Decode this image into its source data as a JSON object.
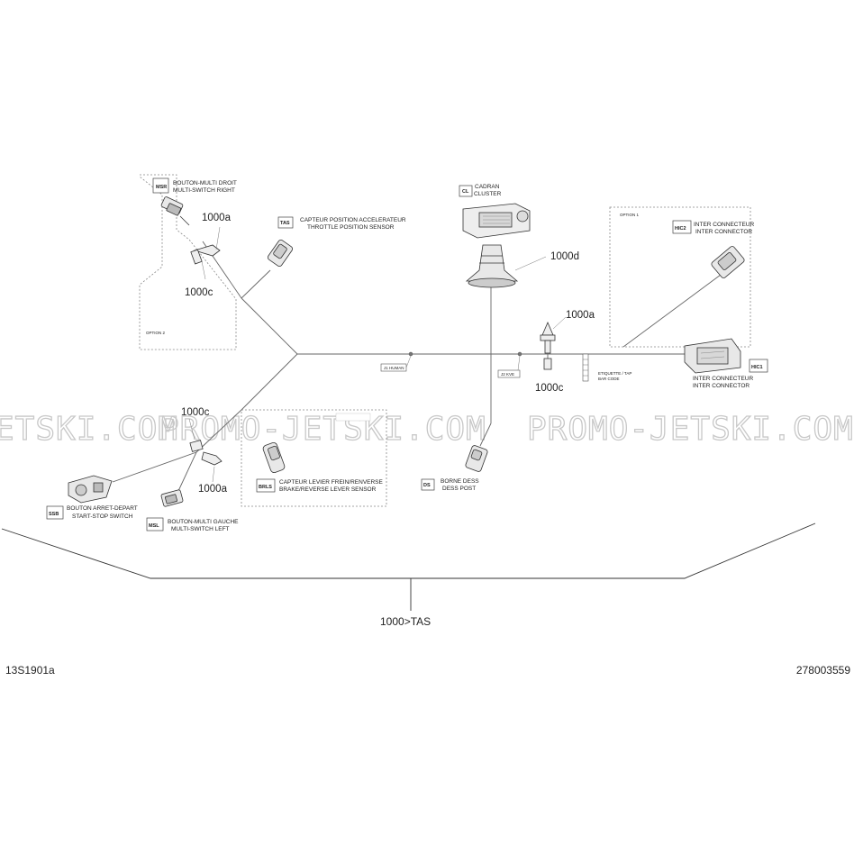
{
  "watermark": {
    "left": "ETSKI.COM",
    "center": "PROMO-JETSKI.COM",
    "right": "PROMO-JETSKI.COM"
  },
  "options": {
    "option2": "OPTION 2",
    "option1": "OPTION 1"
  },
  "components": {
    "msr": {
      "code": "MSR",
      "fr": "BOUTON-MULTI DROIT",
      "en": "MULTI-SWITCH RIGHT"
    },
    "tas": {
      "code": "TAS",
      "fr": "CAPTEUR POSITION ACCELERATEUR",
      "en": "THROTTLE POSITION SENSOR"
    },
    "cl": {
      "code": "CL",
      "fr": "CADRAN",
      "en": "CLUSTER"
    },
    "hic2": {
      "code": "HIC2",
      "fr": "INTER CONNECTEUR",
      "en": "INTER CONNECTOR"
    },
    "hic1": {
      "code": "HIC1",
      "fr": "INTER CONNECTEUR",
      "en": "INTER CONNECTOR"
    },
    "brls": {
      "code": "BRLS",
      "fr": "CAPTEUR LEVIER FREIN/RENVERSE",
      "en": "BRAKE/REVERSE LEVER SENSOR"
    },
    "ds": {
      "code": "DS",
      "fr": "BORNE DESS",
      "en": "DESS POST"
    },
    "ssb": {
      "code": "SSB",
      "fr": "BOUTON ARRET-DEPART",
      "en": "START-STOP SWITCH"
    },
    "msl": {
      "code": "MSL",
      "fr": "BOUTON-MULTI GAUCHE",
      "en": "MULTI-SWITCH LEFT"
    }
  },
  "part_refs": {
    "a_top": "1000a",
    "c_top": "1000c",
    "d": "1000d",
    "a_right": "1000a",
    "c_right": "1000c",
    "c_left": "1000c",
    "a_left": "1000a"
  },
  "wire_tags": {
    "tag1": "J1 HUMAN",
    "tag2": "J2 KVE",
    "label": "ETIQUETTE / TAP",
    "label2": "BAR CODE"
  },
  "assembly_label": "1000>TAS",
  "drawing_code": "13S1901a",
  "part_number": "278003559"
}
